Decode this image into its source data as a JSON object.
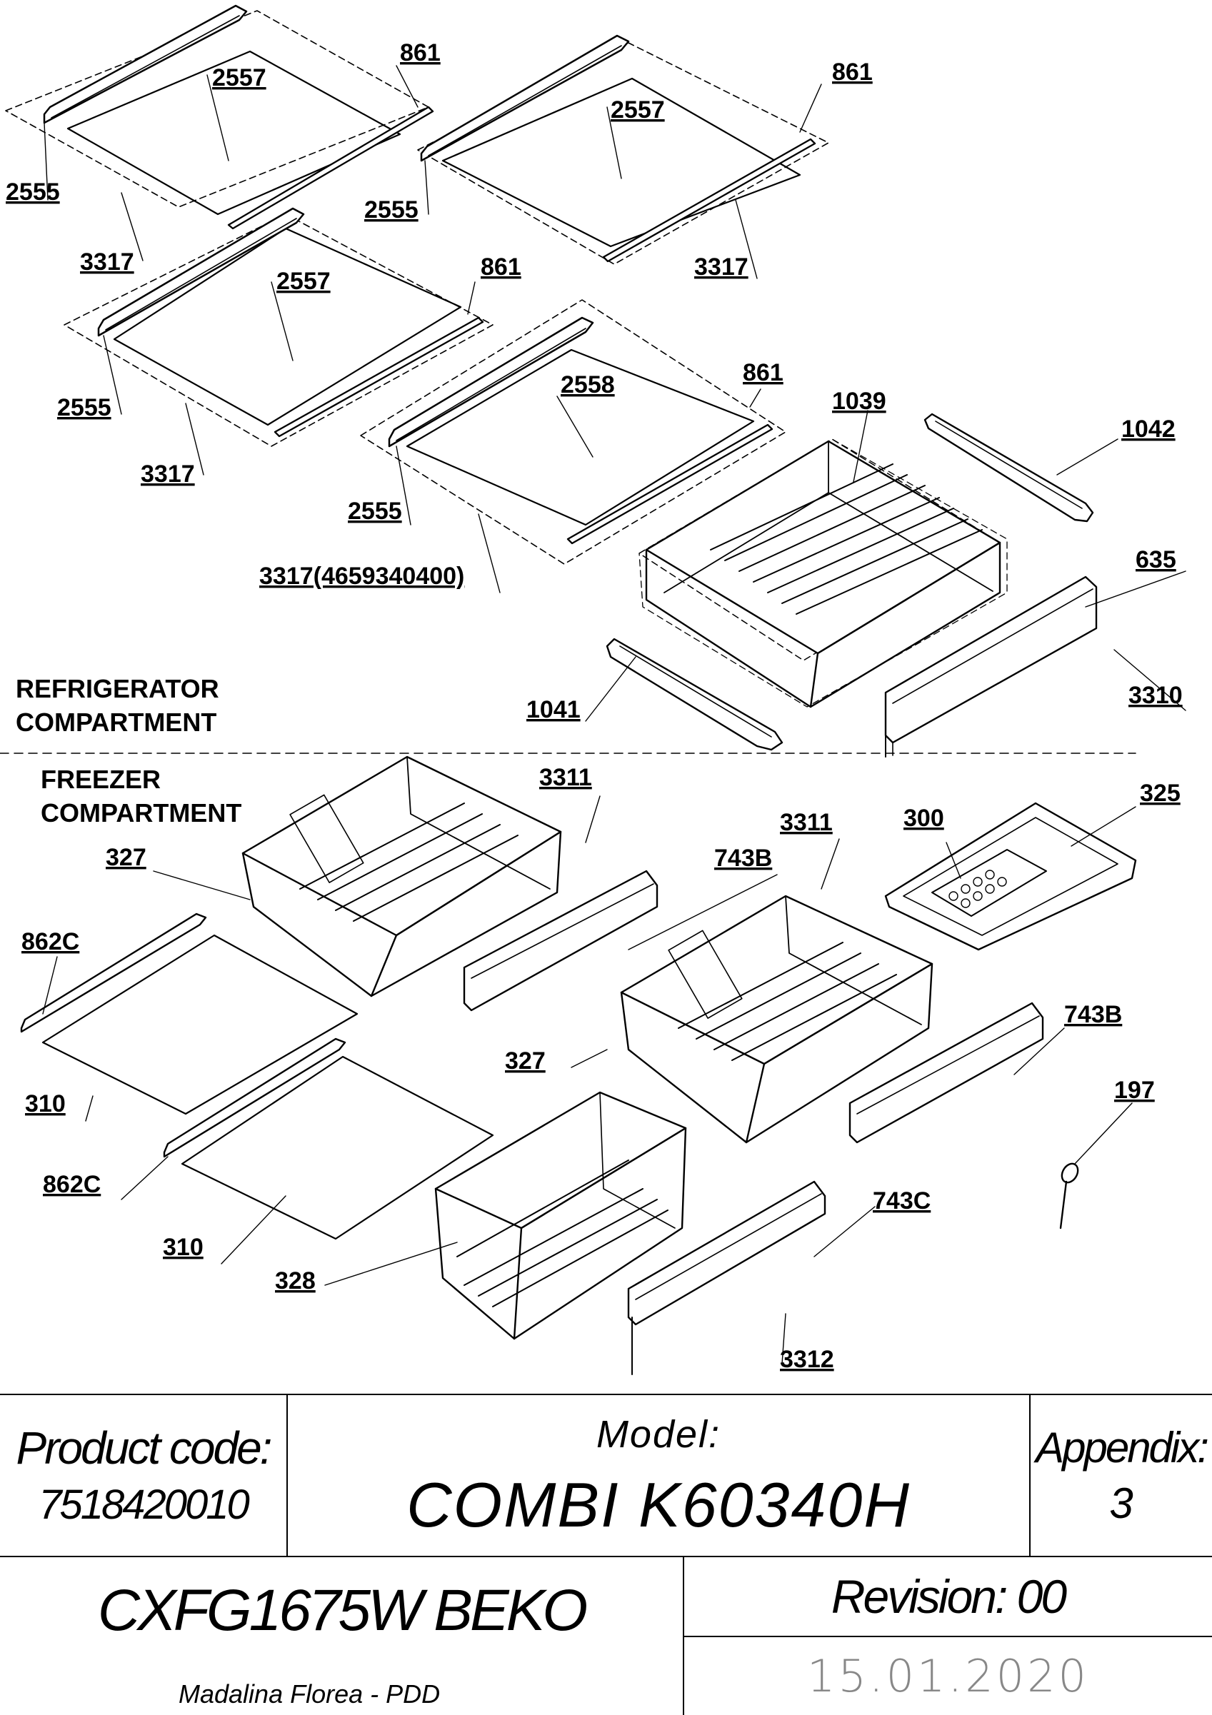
{
  "compartments": {
    "refrigerator": [
      "REFRIGERATOR",
      "COMPARTMENT"
    ],
    "freezer": [
      "FREEZER",
      "COMPARTMENT"
    ]
  },
  "labels": {
    "l1": "2557",
    "l2": "861",
    "l3": "2555",
    "l4": "3317",
    "l5": "2557",
    "l6": "861",
    "l7": "2555",
    "l8": "3317",
    "l9": "2557",
    "l10": "861",
    "l11": "2555",
    "l12": "3317",
    "l13": "2558",
    "l14": "861",
    "l15": "2555",
    "l16": "3317(4659340400)",
    "l17": "1039",
    "l18": "1042",
    "l19": "635",
    "l20": "3310",
    "l21": "1041",
    "l22": "3311",
    "l23": "327",
    "l24": "862C",
    "l25": "310",
    "l26": "862C",
    "l27": "310",
    "l28": "3311",
    "l29": "743B",
    "l30": "300",
    "l31": "325",
    "l32": "327",
    "l33": "743B",
    "l34": "197",
    "l35": "328",
    "l36": "743C",
    "l37": "3312"
  },
  "title_block": {
    "product_code_label": "Product code:",
    "product_code": "7518420010",
    "model_label": "Model:",
    "model": "COMBI K60340H",
    "appendix_label": "Appendix:",
    "appendix": "3",
    "product_name": "CXFG1675W BEKO",
    "revision": "Revision: 00",
    "date": "15.01.2020",
    "author": "Madalina Florea - PDD"
  }
}
